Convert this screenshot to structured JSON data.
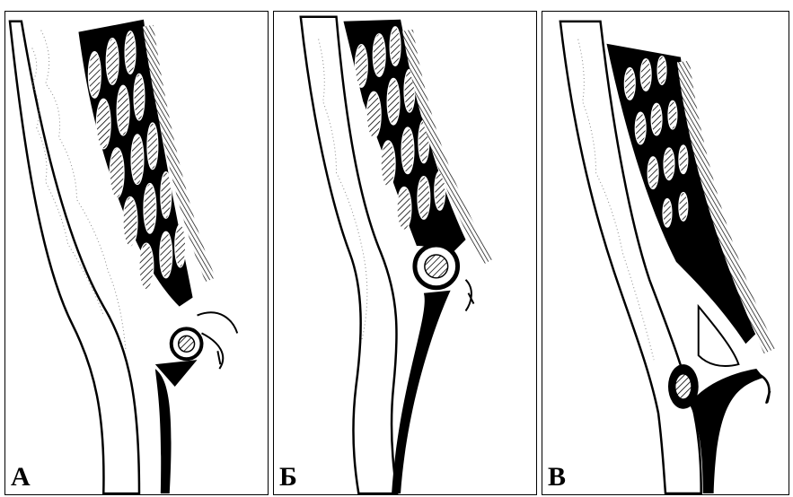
{
  "panels": [
    {
      "label": "А"
    },
    {
      "label": "Б"
    },
    {
      "label": "В"
    }
  ]
}
